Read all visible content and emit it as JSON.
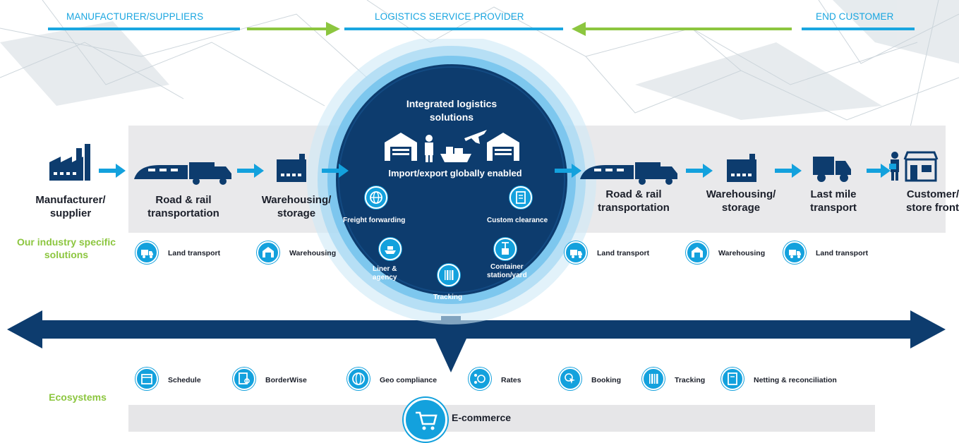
{
  "header": {
    "left": "MANUFACTURER/SUPPLIERS",
    "center": "LOGISTICS SERVICE PROVIDER",
    "right": "END CUSTOMER"
  },
  "stages": [
    {
      "label": "Manufacturer/\nsupplier",
      "icon": "factory-icon"
    },
    {
      "label": "Road & rail\ntransportation",
      "icon": "train-truck-icon"
    },
    {
      "label": "Warehousing/\nstorage",
      "icon": "warehouse-icon"
    },
    {
      "label": "Road & rail\ntransportation",
      "icon": "train-truck-icon"
    },
    {
      "label": "Warehousing/\nstorage",
      "icon": "warehouse-icon"
    },
    {
      "label": "Last mile\ntransport",
      "icon": "van-icon"
    },
    {
      "label": "Customer/\nstore front",
      "icon": "storefront-icon"
    }
  ],
  "center": {
    "title": "Integrated logistics\nsolutions",
    "subtitle": "Import/export globally enabled",
    "services": [
      {
        "label": "Freight forwarding",
        "icon": "globe-icon"
      },
      {
        "label": "Custom clearance",
        "icon": "document-icon"
      },
      {
        "label": "Liner &\nagency",
        "icon": "ship-icon"
      },
      {
        "label": "Container\nstation/yard",
        "icon": "crane-icon"
      },
      {
        "label": "Tracking",
        "icon": "barcode-icon"
      }
    ]
  },
  "industry": {
    "label": "Our industry specific\nsolutions",
    "items": [
      {
        "label": "Land transport",
        "icon": "truck-icon"
      },
      {
        "label": "Warehousing",
        "icon": "warehouse-icon"
      },
      {
        "label": "Land transport",
        "icon": "truck-icon"
      },
      {
        "label": "Warehousing",
        "icon": "warehouse-icon"
      },
      {
        "label": "Land transport",
        "icon": "truck-icon"
      }
    ]
  },
  "ecosystems": {
    "label": "Ecosystems",
    "items": [
      {
        "label": "Schedule",
        "icon": "calendar-icon"
      },
      {
        "label": "BorderWise",
        "icon": "document-search-icon"
      },
      {
        "label": "Geo compliance",
        "icon": "globe-icon"
      },
      {
        "label": "Rates",
        "icon": "dollar-network-icon"
      },
      {
        "label": "Booking",
        "icon": "cursor-click-icon"
      },
      {
        "label": "Tracking",
        "icon": "barcode-icon"
      },
      {
        "label": "Netting & reconciliation",
        "icon": "invoice-icon"
      }
    ],
    "ecommerce": {
      "label": "E-commerce",
      "icon": "cart-icon"
    }
  },
  "colors": {
    "navy": "#0d3c6e",
    "blue": "#13a1dd",
    "green": "#8cc63f",
    "band": "#e9e9eb"
  }
}
